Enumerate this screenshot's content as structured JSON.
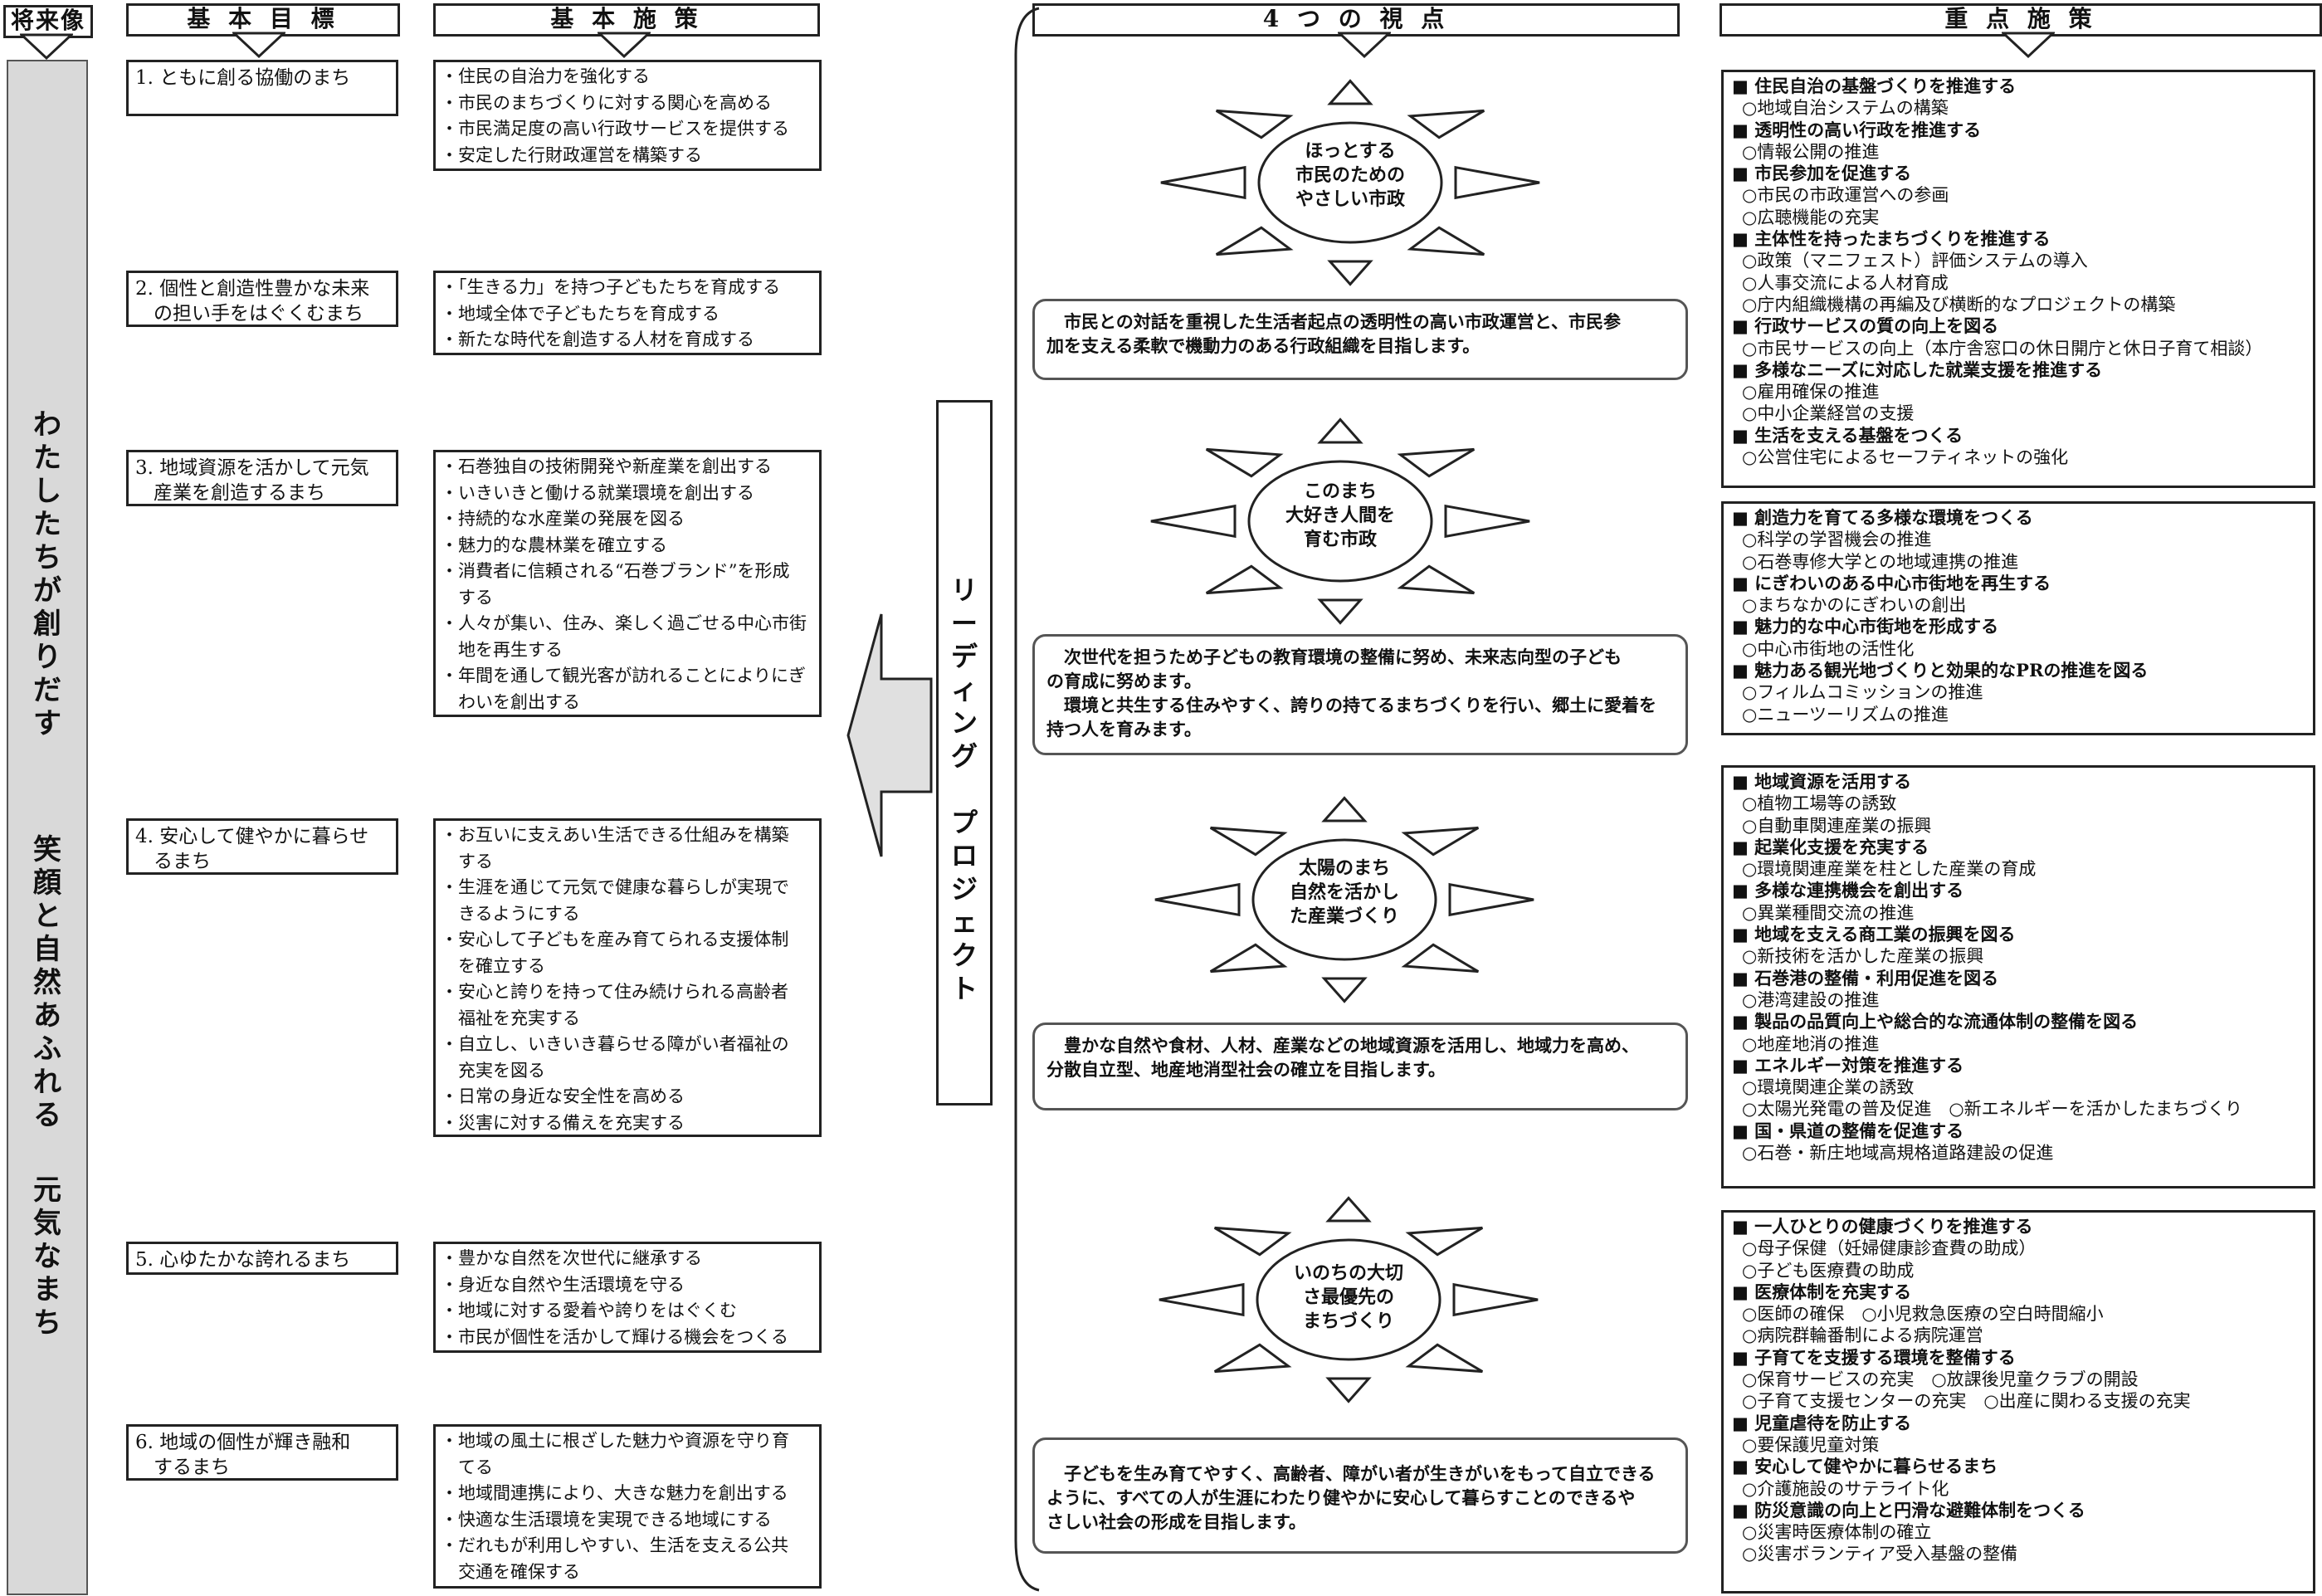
{
  "headers": {
    "vision": "将来像",
    "goals": "基 本 目 標",
    "policies": "基 本 施 策",
    "viewpoints": "4 つ の 視 点",
    "measures": "重 点 施 策"
  },
  "vision": {
    "line1": [
      "わ",
      "た",
      "し",
      "た",
      "ち",
      "が",
      "創",
      "り",
      "だ",
      "す"
    ],
    "line2": [
      "笑",
      "顔",
      "と",
      "自",
      "然",
      "あ",
      "ふ",
      "れ",
      "る"
    ],
    "line3": [
      "元",
      "気",
      "な",
      "ま",
      "ち"
    ]
  },
  "leading_project": [
    "リ",
    "ー",
    "デ",
    "ィ",
    "ン",
    "グ",
    "　",
    "プ",
    "ロ",
    "ジ",
    "ェ",
    "ク",
    "ト"
  ],
  "goals": [
    {
      "line1": "1. ともに創る協働のまち",
      "line2": ""
    },
    {
      "line1": "2. 個性と創造性豊かな未来",
      "line2": "の担い手をはぐくむまち"
    },
    {
      "line1": "3. 地域資源を活かして元気",
      "line2": "産業を創造するまち"
    },
    {
      "line1": "4. 安心して健やかに暮らせ",
      "line2": "るまち"
    },
    {
      "line1": "5. 心ゆたかな誇れるまち",
      "line2": ""
    },
    {
      "line1": "6. 地域の個性が輝き融和",
      "line2": "するまち"
    }
  ],
  "policies": [
    [
      "・住民の自治力を強化する",
      "・市民のまちづくりに対する関心を高める",
      "・市民満足度の高い行政サービスを提供する",
      "・安定した行財政運営を構築する"
    ],
    [
      "・「生きる力」を持つ子どもたちを育成する",
      "・地域全体で子どもたちを育成する",
      "・新たな時代を創造する人材を育成する"
    ],
    [
      "・石巻独自の技術開発や新産業を創出する",
      "・いきいきと働ける就業環境を創出する",
      "・持続的な水産業の発展を図る",
      "・魅力的な農林業を確立する",
      "・消費者に信頼される“石巻ブランド”を形成",
      "　する",
      "・人々が集い、住み、楽しく過ごせる中心市街",
      "　地を再生する",
      "・年間を通して観光客が訪れることによりにぎ",
      "　わいを創出する"
    ],
    [
      "・お互いに支えあい生活できる仕組みを構築",
      "　する",
      "・生涯を通じて元気で健康な暮らしが実現で",
      "　きるようにする",
      "・安心して子どもを産み育てられる支援体制",
      "　を確立する",
      "・安心と誇りを持って住み続けられる高齢者",
      "　福祉を充実する",
      "・自立し、いきいき暮らせる障がい者福祉の",
      "　充実を図る",
      "・日常の身近な安全性を高める",
      "・災害に対する備えを充実する"
    ],
    [
      "・豊かな自然を次世代に継承する",
      "・身近な自然や生活環境を守る",
      "・地域に対する愛着や誇りをはぐくむ",
      "・市民が個性を活かして輝ける機会をつくる"
    ],
    [
      "・地域の風土に根ざした魅力や資源を守り育",
      "　てる",
      "・地域間連携により、大きな魅力を創出する",
      "・快適な生活環境を実現できる地域にする",
      "・だれもが利用しやすい、生活を支える公共",
      "　交通を確保する"
    ]
  ],
  "viewpoints": [
    {
      "sun": [
        "ほっとする",
        "市民のための",
        "やさしい市政"
      ],
      "desc": [
        "　市民との対話を重視した生活者起点の透明性の高い市政運営と、市民参",
        "加を支える柔軟で機動力のある行政組織を目指します。"
      ]
    },
    {
      "sun": [
        "このまち",
        "大好き人間を",
        "育む市政"
      ],
      "desc": [
        "　次世代を担うため子どもの教育環境の整備に努め、未来志向型の子ども",
        "の育成に努めます。",
        "　環境と共生する住みやすく、誇りの持てるまちづくりを行い、郷土に愛着を",
        "持つ人を育みます。"
      ]
    },
    {
      "sun": [
        "太陽のまち",
        "自然を活かし",
        "た産業づくり"
      ],
      "desc": [
        "　豊かな自然や食材、人材、産業などの地域資源を活用し、地域力を高め、",
        "分散自立型、地産地消型社会の確立を目指します。"
      ]
    },
    {
      "sun": [
        "いのちの大切",
        "さ最優先の",
        "まちづくり"
      ],
      "desc": [
        "　子どもを生み育てやすく、高齢者、障がい者が生きがいをもって自立できる",
        "ように、すべての人が生涯にわたり健やかに安心して暮らすことのできるや",
        "さしい社会の形成を目指します。"
      ]
    }
  ],
  "measures": [
    [
      {
        "t": "■ 住民自治の基盤づくりを推進する",
        "b": true
      },
      {
        "t": "○地域自治システムの構築",
        "b": false
      },
      {
        "t": "■ 透明性の高い行政を推進する",
        "b": true
      },
      {
        "t": "○情報公開の推進",
        "b": false
      },
      {
        "t": "■ 市民参加を促進する",
        "b": true
      },
      {
        "t": "○市民の市政運営への参画",
        "b": false
      },
      {
        "t": "○広聴機能の充実",
        "b": false
      },
      {
        "t": "■ 主体性を持ったまちづくりを推進する",
        "b": true
      },
      {
        "t": "○政策（マニフェスト）評価システムの導入",
        "b": false
      },
      {
        "t": "○人事交流による人材育成",
        "b": false
      },
      {
        "t": "○庁内組織機構の再編及び横断的なプロジェクトの構築",
        "b": false
      },
      {
        "t": "■ 行政サービスの質の向上を図る",
        "b": true
      },
      {
        "t": "○市民サービスの向上（本庁舎窓口の休日開庁と休日子育て相談）",
        "b": false
      },
      {
        "t": "■ 多様なニーズに対応した就業支援を推進する",
        "b": true
      },
      {
        "t": "○雇用確保の推進",
        "b": false
      },
      {
        "t": "○中小企業経営の支援",
        "b": false
      },
      {
        "t": "■ 生活を支える基盤をつくる",
        "b": true
      },
      {
        "t": "○公営住宅によるセーフティネットの強化",
        "b": false
      }
    ],
    [
      {
        "t": "■ 創造力を育てる多様な環境をつくる",
        "b": true
      },
      {
        "t": "○科学の学習機会の推進",
        "b": false
      },
      {
        "t": "○石巻専修大学との地域連携の推進",
        "b": false
      },
      {
        "t": "■ にぎわいのある中心市街地を再生する",
        "b": true
      },
      {
        "t": "○まちなかのにぎわいの創出",
        "b": false
      },
      {
        "t": "■ 魅力的な中心市街地を形成する",
        "b": true
      },
      {
        "t": "○中心市街地の活性化",
        "b": false
      },
      {
        "t": "■ 魅力ある観光地づくりと効果的なPRの推進を図る",
        "b": true
      },
      {
        "t": "○フィルムコミッションの推進",
        "b": false
      },
      {
        "t": "○ニューツーリズムの推進",
        "b": false
      }
    ],
    [
      {
        "t": "■ 地域資源を活用する",
        "b": true
      },
      {
        "t": "○植物工場等の誘致",
        "b": false
      },
      {
        "t": "○自動車関連産業の振興",
        "b": false
      },
      {
        "t": "■ 起業化支援を充実する",
        "b": true
      },
      {
        "t": "○環境関連産業を柱とした産業の育成",
        "b": false
      },
      {
        "t": "■ 多様な連携機会を創出する",
        "b": true
      },
      {
        "t": "○異業種間交流の推進",
        "b": false
      },
      {
        "t": "■ 地域を支える商工業の振興を図る",
        "b": true
      },
      {
        "t": "○新技術を活かした産業の振興",
        "b": false
      },
      {
        "t": "■ 石巻港の整備・利用促進を図る",
        "b": true
      },
      {
        "t": "○港湾建設の推進",
        "b": false
      },
      {
        "t": "■ 製品の品質向上や総合的な流通体制の整備を図る",
        "b": true
      },
      {
        "t": "○地産地消の推進",
        "b": false
      },
      {
        "t": "■ エネルギー対策を推進する",
        "b": true
      },
      {
        "t": "○環境関連企業の誘致",
        "b": false
      },
      {
        "t": "○太陽光発電の普及促進　○新エネルギーを活かしたまちづくり",
        "b": false
      },
      {
        "t": "■ 国・県道の整備を促進する",
        "b": true
      },
      {
        "t": "○石巻・新庄地域高規格道路建設の促進",
        "b": false
      }
    ],
    [
      {
        "t": "■ 一人ひとりの健康づくりを推進する",
        "b": true
      },
      {
        "t": "○母子保健（妊婦健康診査費の助成）",
        "b": false
      },
      {
        "t": "○子ども医療費の助成",
        "b": false
      },
      {
        "t": "■ 医療体制を充実する",
        "b": true
      },
      {
        "t": "○医師の確保　○小児救急医療の空白時間縮小",
        "b": false
      },
      {
        "t": "○病院群輪番制による病院運営",
        "b": false
      },
      {
        "t": "■ 子育てを支援する環境を整備する",
        "b": true
      },
      {
        "t": "○保育サービスの充実　○放課後児童クラブの開設",
        "b": false
      },
      {
        "t": "○子育て支援センターの充実　○出産に関わる支援の充実",
        "b": false
      },
      {
        "t": "■ 児童虐待を防止する",
        "b": true
      },
      {
        "t": "○要保護児童対策",
        "b": false
      },
      {
        "t": "■ 安心して健やかに暮らせるまち",
        "b": true
      },
      {
        "t": "○介護施設のサテライト化",
        "b": false
      },
      {
        "t": "■ 防災意識の向上と円滑な避難体制をつくる",
        "b": true
      },
      {
        "t": "○災害時医療体制の確立",
        "b": false
      },
      {
        "t": "○災害ボランティア受入基盤の整備",
        "b": false
      }
    ]
  ]
}
